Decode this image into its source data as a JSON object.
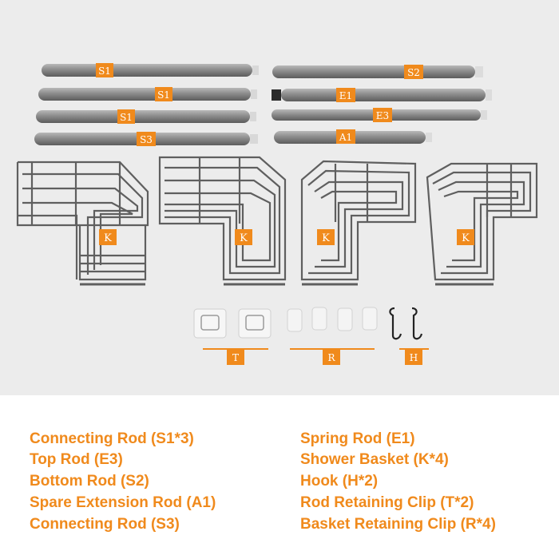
{
  "colors": {
    "accent": "#f08a1c",
    "rod": "#8a8a8a",
    "wire": "#6a6a6a",
    "background": "#ececec"
  },
  "rod_labels": [
    "S1",
    "S1",
    "S1",
    "S3",
    "S2",
    "E1",
    "E3",
    "A1"
  ],
  "basket_label": "K",
  "accessory_labels": {
    "clip": "T",
    "retainer": "R",
    "hook": "H"
  },
  "legend": {
    "left": [
      "Connecting Rod (S1*3)",
      "Top Rod (E3)",
      "Bottom Rod (S2)",
      "Spare Extension Rod (A1)",
      "Connecting Rod (S3)"
    ],
    "right": [
      "Spring Rod (E1)",
      "Shower Basket (K*4)",
      "Hook (H*2)",
      "Rod Retaining Clip (T*2)",
      "Basket Retaining Clip (R*4)"
    ]
  }
}
